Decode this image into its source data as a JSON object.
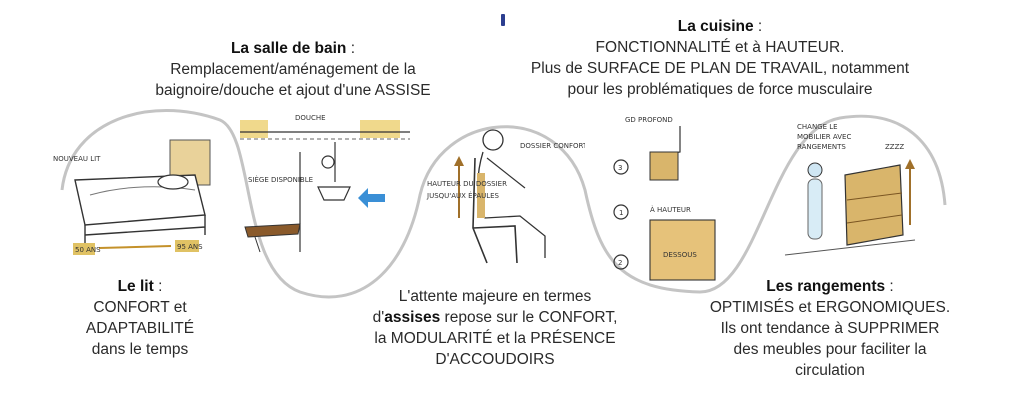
{
  "colors": {
    "wave": "#b9b9b9",
    "wood": "#d9b56b",
    "wood_dark": "#a77d33",
    "accent_blue": "#3a8fd6"
  },
  "sections": {
    "bathroom": {
      "title": "La salle de bain",
      "colon": " :",
      "line1": "Remplacement/aménagement de la",
      "line2": "baignoire/douche et ajout d'une ASSISE"
    },
    "kitchen": {
      "title": "La cuisine",
      "colon": " :",
      "line1": "FONCTIONNALITÉ et à HAUTEUR.",
      "line2": "Plus de SURFACE DE PLAN DE TRAVAIL, notamment",
      "line3": "pour les problématiques de force musculaire"
    },
    "bed": {
      "title": "Le lit",
      "colon": " :",
      "line1": "CONFORT et",
      "line2": "ADAPTABILITÉ",
      "line3": "dans le temps"
    },
    "seating": {
      "line1": "L'attente majeure en termes",
      "line2_pre": "d'",
      "line2_bold": "assises",
      "line2_post": " repose sur le CONFORT,",
      "line3": "la MODULARITÉ et la PRÉSENCE",
      "line4": "D'ACCOUDOIRS"
    },
    "storage": {
      "title": "Les rangements",
      "colon": " :",
      "line1": "OPTIMISÉS et ERGONOMIQUES.",
      "line2": "Ils ont tendance à SUPPRIMER",
      "line3": "des meubles pour faciliter la",
      "line4": "circulation"
    }
  },
  "sketch_labels": {
    "bed_tag": "NOUVEAU LIT",
    "bed_left": "50 ANS",
    "bed_right": "95 ANS",
    "shower_top": "DOUCHE",
    "shower_seat": "SIÈGE DISPONIBLE",
    "chair_back": "DOSSIER CONFORTABLE",
    "chair_height": "HAUTEUR DU DOSSIER",
    "chair_height2": "JUSQU'AUX ÉPAULES",
    "kitchen_deep": "GD PROFOND",
    "kitchen_height": "À HAUTEUR",
    "kitchen_under": "DESSOUS",
    "kitchen_n3": "3",
    "kitchen_n1": "1",
    "kitchen_n2": "2",
    "storage_note1": "CHANGE LE",
    "storage_note2": "MOBILIER AVEC",
    "storage_note3": "RANGEMENTS",
    "storage_zzz": "ZZZZ"
  }
}
